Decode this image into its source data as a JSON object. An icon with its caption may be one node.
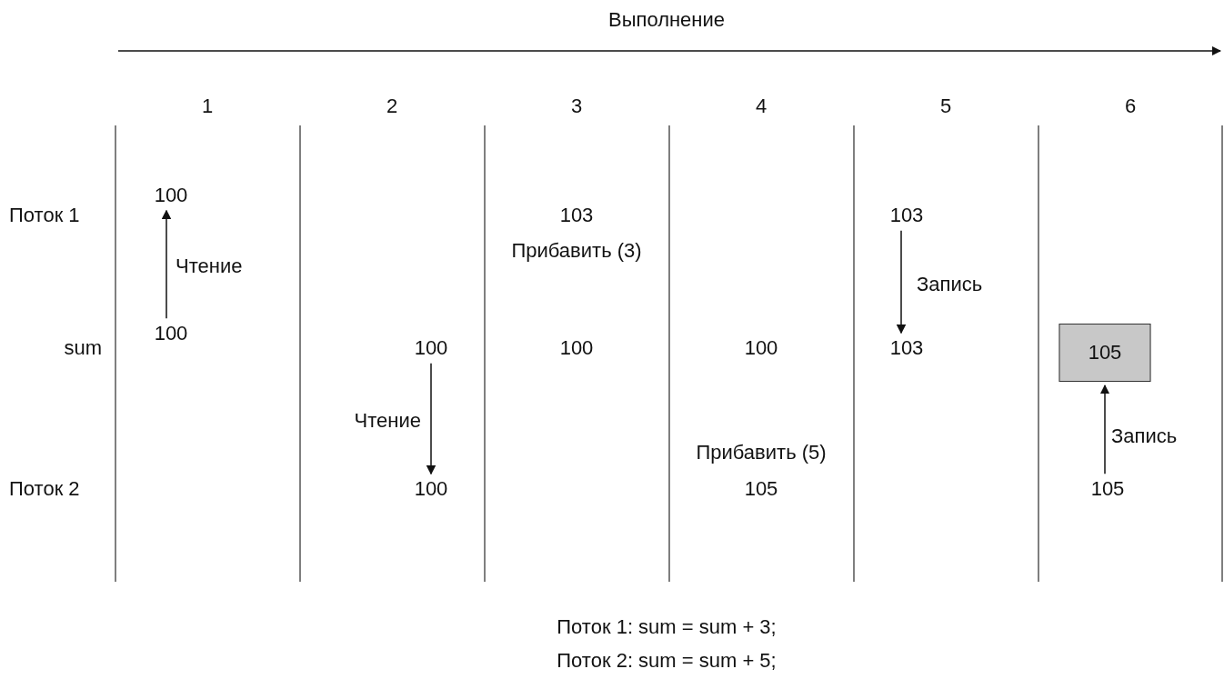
{
  "diagram": {
    "nodes": [
      {
        "text": [
          "100"
        ]
      },
      {
        "text": [
          "103"
        ]
      },
      {
        "text": [
          "100"
        ]
      },
      {
        "text": [
          "100"
        ]
      },
      {
        "text": [
          "103"
        ]
      },
      {
        "text": [
          "105"
        ]
      },
      {
        "text": [
          "100"
        ]
      },
      {
        "text": [
          "105"
        ]
      }
    ],
    "edges": [
      {
        "from": 2,
        "to": 0,
        "arrow": "to",
        "label": "Чтение"
      },
      {
        "from": 3,
        "to": 6,
        "arrow": "to",
        "label": "Чтение"
      },
      {
        "from": 1,
        "to": 4,
        "arrow": "to",
        "label": "Запись"
      },
      {
        "from": 7,
        "to": 5,
        "arrow": "to",
        "label": "Запись"
      }
    ],
    "labels": [
      "Выполнение",
      "1",
      "2",
      "3",
      "4",
      "5",
      "6",
      "Поток 1",
      "103",
      "Прибавить (3)",
      "sum",
      "100",
      "100",
      "Прибавить (5)",
      "Поток 2",
      "105",
      "Поток 1: sum = sum + 3;",
      "Поток 2: sum = sum + 5;"
    ]
  }
}
